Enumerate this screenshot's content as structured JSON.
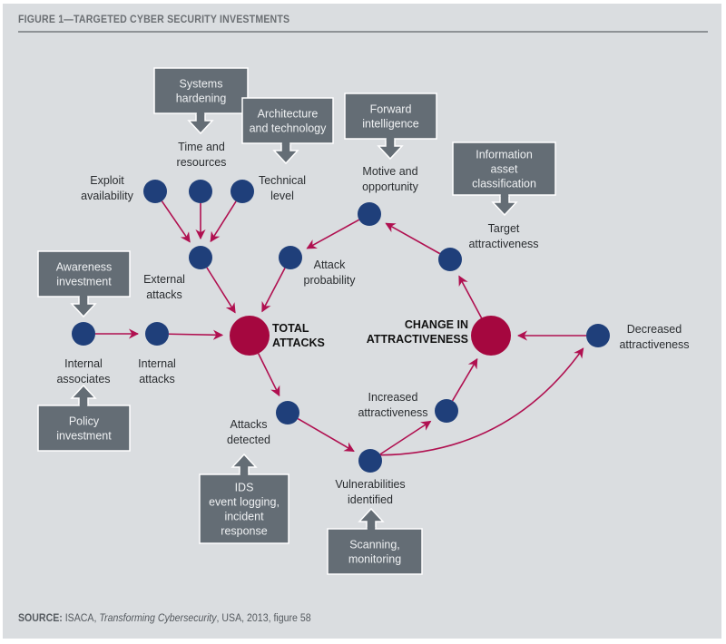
{
  "figure": {
    "title": "FIGURE 1—TARGETED CYBER SECURITY INVESTMENTS",
    "source_label": "SOURCE:",
    "source_prefix": " ISACA, ",
    "source_title": "Transforming Cybersecurity",
    "source_suffix": ", USA, 2013, figure 58"
  },
  "colors": {
    "node": "#1f3f7a",
    "hub": "#a5073f",
    "arrow": "#b01050",
    "box": "#646d75",
    "background": "#dadde0"
  },
  "hubs": [
    {
      "id": "total",
      "label": [
        "TOTAL",
        "ATTACKS"
      ]
    },
    {
      "id": "change",
      "label": [
        "CHANGE IN",
        "ATTRACTIVENESS"
      ]
    }
  ],
  "nodes": [
    {
      "id": "exploit",
      "label": [
        "Exploit",
        "availability"
      ]
    },
    {
      "id": "time",
      "label": [
        "Time and",
        "resources"
      ]
    },
    {
      "id": "technical",
      "label": [
        "Technical",
        "level"
      ]
    },
    {
      "id": "external",
      "label": [
        "External",
        "attacks"
      ]
    },
    {
      "id": "internal_assoc",
      "label": [
        "Internal",
        "associates"
      ]
    },
    {
      "id": "internal_att",
      "label": [
        "Internal",
        "attacks"
      ]
    },
    {
      "id": "attack_prob",
      "label": [
        "Attack",
        "probability"
      ]
    },
    {
      "id": "motive",
      "label": [
        "Motive and",
        "opportunity"
      ]
    },
    {
      "id": "target",
      "label": [
        "Target",
        "attractiveness"
      ]
    },
    {
      "id": "decreased",
      "label": [
        "Decreased",
        "attractiveness"
      ]
    },
    {
      "id": "increased",
      "label": [
        "Increased",
        "attractiveness"
      ]
    },
    {
      "id": "detected",
      "label": [
        "Attacks",
        "detected"
      ]
    },
    {
      "id": "vuln",
      "label": [
        "Vulnerabilities",
        "identified"
      ]
    }
  ],
  "investments": [
    {
      "id": "systems_hardening",
      "label": [
        "Systems",
        "hardening"
      ],
      "targets": "time"
    },
    {
      "id": "architecture",
      "label": [
        "Architecture",
        "and technology"
      ],
      "targets": "technical"
    },
    {
      "id": "forward_intel",
      "label": [
        "Forward",
        "intelligence"
      ],
      "targets": "motive"
    },
    {
      "id": "info_asset",
      "label": [
        "Information",
        "asset",
        "classification"
      ],
      "targets": "target"
    },
    {
      "id": "awareness",
      "label": [
        "Awareness",
        "investment"
      ],
      "targets": "internal_assoc"
    },
    {
      "id": "policy",
      "label": [
        "Policy",
        "investment"
      ],
      "targets": "internal_assoc"
    },
    {
      "id": "ids",
      "label": [
        "IDS",
        "event logging,",
        "incident",
        "response"
      ],
      "targets": "detected"
    },
    {
      "id": "scanning",
      "label": [
        "Scanning,",
        "monitoring"
      ],
      "targets": "vuln"
    }
  ],
  "edges": [
    {
      "from": "exploit",
      "to": "external"
    },
    {
      "from": "time",
      "to": "external"
    },
    {
      "from": "technical",
      "to": "external"
    },
    {
      "from": "external",
      "to": "total"
    },
    {
      "from": "internal_assoc",
      "to": "internal_att"
    },
    {
      "from": "internal_att",
      "to": "total"
    },
    {
      "from": "attack_prob",
      "to": "total"
    },
    {
      "from": "motive",
      "to": "attack_prob"
    },
    {
      "from": "target",
      "to": "motive"
    },
    {
      "from": "change",
      "to": "target"
    },
    {
      "from": "decreased",
      "to": "change"
    },
    {
      "from": "increased",
      "to": "change"
    },
    {
      "from": "total",
      "to": "detected"
    },
    {
      "from": "detected",
      "to": "vuln"
    },
    {
      "from": "vuln",
      "to": "increased"
    },
    {
      "from": "vuln",
      "to": "decreased"
    }
  ]
}
